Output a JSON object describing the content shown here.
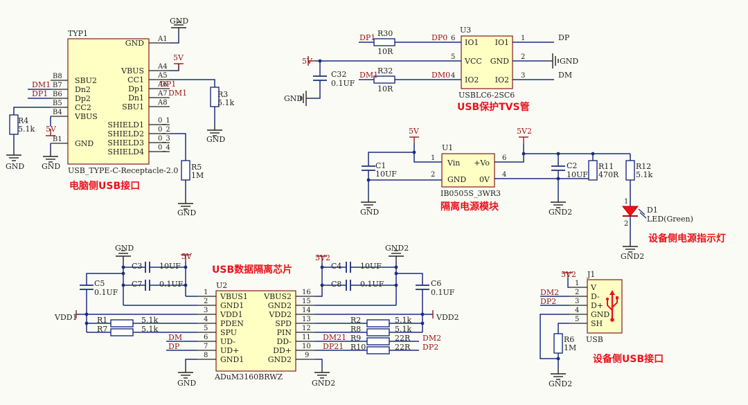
{
  "titles": {
    "pc_usb": "电脑侧USB接口",
    "tvs": "USB保护TVS管",
    "iso_power": "隔离电源模块",
    "iso_chip": "USB数据隔离芯片",
    "dev_usb": "设备侧USB接口",
    "dev_led": "设备侧电源指示灯"
  },
  "nets": {
    "gnd": "GND",
    "gnd2": "GND2",
    "v5": "5V",
    "v5_2": "5V2",
    "vdd1": "VDD1",
    "vdd2": "VDD2",
    "dp": "DP",
    "dm": "DM",
    "dp1": "DP1",
    "dm1": "DM1",
    "dp0": "DP0",
    "dm0": "DM0",
    "dm2": "DM2",
    "dp2": "DP2",
    "dm21": "DM21",
    "dp21": "DP21"
  },
  "typ1": {
    "ref": "TYP1",
    "part": "USB_TYPE-C-Receptacle-2.0",
    "left_pins": [
      {
        "num": "B8",
        "name": "SBU2"
      },
      {
        "num": "B7",
        "name": "Dn2"
      },
      {
        "num": "B6",
        "name": "Dp2"
      },
      {
        "num": "B5",
        "name": "CC2"
      },
      {
        "num": "B4",
        "name": "VBUS"
      },
      {
        "num": "B1",
        "name": "GND"
      }
    ],
    "right_pins": [
      {
        "num": "A1",
        "name": "GND"
      },
      {
        "num": "A4",
        "name": "VBUS"
      },
      {
        "num": "A5",
        "name": "CC1"
      },
      {
        "num": "A6",
        "name": "Dp1"
      },
      {
        "num": "A7",
        "name": "Dn1"
      },
      {
        "num": "A8",
        "name": "SBU1"
      },
      {
        "num": "0_1",
        "name": "SHIELD1"
      },
      {
        "num": "0_2",
        "name": "SHIELD2"
      },
      {
        "num": "0_3",
        "name": "SHIELD3"
      },
      {
        "num": "0_4",
        "name": "SHIELD4"
      }
    ]
  },
  "u3": {
    "ref": "U3",
    "part": "USBLC6-2SC6",
    "left_pins": [
      {
        "num": "6",
        "name": "IO1"
      },
      {
        "num": "5",
        "name": "VCC"
      },
      {
        "num": "4",
        "name": "IO2"
      }
    ],
    "right_pins": [
      {
        "num": "1",
        "name": "IO1"
      },
      {
        "num": "2",
        "name": "GND"
      },
      {
        "num": "3",
        "name": "IO2"
      }
    ]
  },
  "u1": {
    "ref": "U1",
    "part": "IB0505S_3WR3",
    "left_pins": [
      {
        "num": "1",
        "name": "Vin"
      },
      {
        "num": "2",
        "name": "GND"
      }
    ],
    "right_pins": [
      {
        "num": "6",
        "name": "+Vo"
      },
      {
        "num": "4",
        "name": "0V"
      }
    ]
  },
  "u2": {
    "ref": "U2",
    "part": "ADuM3160BRWZ",
    "left_pins": [
      {
        "num": "1",
        "name": "VBUS1"
      },
      {
        "num": "2",
        "name": "GND1"
      },
      {
        "num": "3",
        "name": "VDD1"
      },
      {
        "num": "4",
        "name": "PDEN"
      },
      {
        "num": "5",
        "name": "SPU"
      },
      {
        "num": "6",
        "name": "UD-"
      },
      {
        "num": "7",
        "name": "UD+"
      },
      {
        "num": "8",
        "name": "GND1"
      }
    ],
    "right_pins": [
      {
        "num": "16",
        "name": "VBUS2"
      },
      {
        "num": "15",
        "name": "GND2"
      },
      {
        "num": "14",
        "name": "VDD2"
      },
      {
        "num": "13",
        "name": "SPD"
      },
      {
        "num": "12",
        "name": "PIN"
      },
      {
        "num": "11",
        "name": "DD-"
      },
      {
        "num": "10",
        "name": "DD+"
      },
      {
        "num": "9",
        "name": "GND2"
      }
    ]
  },
  "j1": {
    "ref": "J1",
    "part": "USB",
    "pins": [
      {
        "num": "1",
        "name": "V"
      },
      {
        "num": "2",
        "name": "D-"
      },
      {
        "num": "3",
        "name": "D+"
      },
      {
        "num": "4",
        "name": "GND"
      },
      {
        "num": "5",
        "name": "SH"
      }
    ]
  },
  "components": {
    "r30": {
      "ref": "R30",
      "value": "10R"
    },
    "r32": {
      "ref": "R32",
      "value": "10R"
    },
    "c32": {
      "ref": "C32",
      "value": "0.1UF"
    },
    "r3": {
      "ref": "R3",
      "value": "5.1k"
    },
    "r4": {
      "ref": "R4",
      "value": "5.1k"
    },
    "r5": {
      "ref": "R5",
      "value": "1M"
    },
    "c1": {
      "ref": "C1",
      "value": "10UF"
    },
    "c2": {
      "ref": "C2",
      "value": "10UF"
    },
    "r11": {
      "ref": "R11",
      "value": "470R"
    },
    "r12": {
      "ref": "R12",
      "value": "5.1k"
    },
    "d1": {
      "ref": "D1",
      "value": "LED(Green)",
      "pin1": "1",
      "pin2": "2"
    },
    "c3": {
      "ref": "C3",
      "value": "10UF"
    },
    "c7": {
      "ref": "C7",
      "value": "0.1UF"
    },
    "c5": {
      "ref": "C5",
      "value": "0.1UF"
    },
    "c4": {
      "ref": "C4",
      "value": "10UF"
    },
    "c8": {
      "ref": "C8",
      "value": "0.1UF"
    },
    "c6": {
      "ref": "C6",
      "value": "0.1UF"
    },
    "r1": {
      "ref": "R1",
      "value": "5.1k"
    },
    "r7": {
      "ref": "R7",
      "value": "5.1k"
    },
    "r2": {
      "ref": "R2",
      "value": "5.1k"
    },
    "r8": {
      "ref": "R8",
      "value": "5.1k"
    },
    "r9": {
      "ref": "R9",
      "value": "22R"
    },
    "r10": {
      "ref": "R10",
      "value": "22R"
    },
    "r6": {
      "ref": "R6",
      "value": "1M"
    }
  },
  "colors": {
    "wire": "#1b2c7a",
    "body_fill": "#ffffc4",
    "body_stroke": "#8a2a2a",
    "title": "#e8131b",
    "net_red": "#9a1111",
    "led": "#e8131b"
  }
}
